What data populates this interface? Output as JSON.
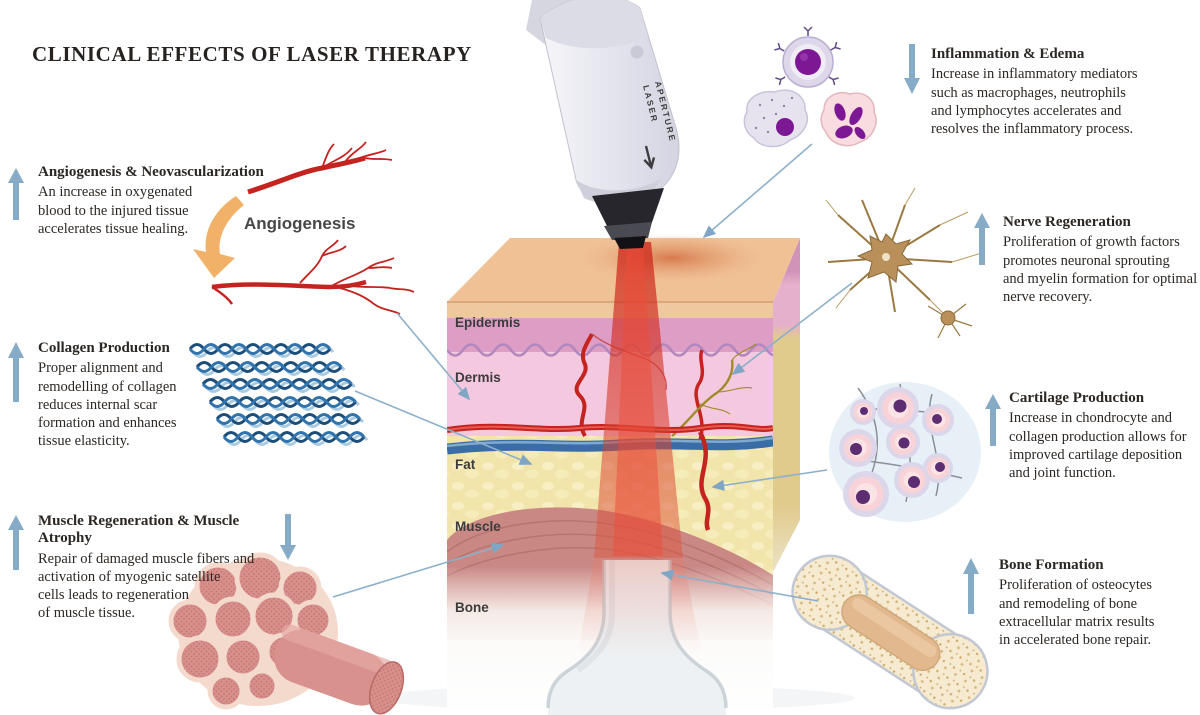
{
  "title": "CLINICAL EFFECTS OF LASER THERAPY",
  "device": {
    "label_line1": "LASER",
    "label_line2": "APERTURE"
  },
  "illustration": {
    "skin_layers": [
      "Epidermis",
      "Dermis",
      "Fat",
      "Muscle",
      "Bone"
    ],
    "angiogenesis_caption": "Angiogenesis"
  },
  "effects": {
    "left": [
      {
        "id": "angiogenesis",
        "arrow": "up",
        "title": "Angiogenesis & Neovascularization",
        "body": "An increase in oxygenated\nblood to the injured tissue\naccelerates tissue healing."
      },
      {
        "id": "collagen",
        "arrow": "up",
        "title": "Collagen Production",
        "body": "Proper alignment and\nremodelling of collagen\nreduces internal scar\nformation and enhances\ntissue elasticity."
      },
      {
        "id": "muscle",
        "arrow": "up-and-down",
        "title": "Muscle Regeneration & Muscle Atrophy",
        "body": "Repair of damaged muscle fibers and\nactivation of myogenic satellite\ncells leads to regeneration\nof muscle tissue."
      }
    ],
    "right": [
      {
        "id": "inflammation",
        "arrow": "down",
        "title": "Inflammation & Edema",
        "body": "Increase in inflammatory mediators\nsuch as macrophages, neutrophils\nand lymphocytes accelerates and\nresolves the inflammatory process."
      },
      {
        "id": "nerve",
        "arrow": "up",
        "title": "Nerve Regeneration",
        "body": "Proliferation of growth factors\npromotes neuronal sprouting\nand myelin formation for optimal\nnerve recovery."
      },
      {
        "id": "cartilage",
        "arrow": "up",
        "title": "Cartilage Production",
        "body": "Increase in chondrocyte and\ncollagen production allows for\nimproved cartilage deposition\nand joint function."
      },
      {
        "id": "bone",
        "arrow": "up",
        "title": "Bone Formation",
        "body": "Proliferation of osteocytes\nand remodeling of bone\nextracellular matrix results\nin accelerated bone repair."
      }
    ]
  },
  "colors": {
    "arrow_blue": "#85abc7",
    "connector_blue": "#8db0ca",
    "laser_red": "#d02a1e",
    "vessel_red": "#c5231f",
    "heading_text": "#2c2723"
  }
}
